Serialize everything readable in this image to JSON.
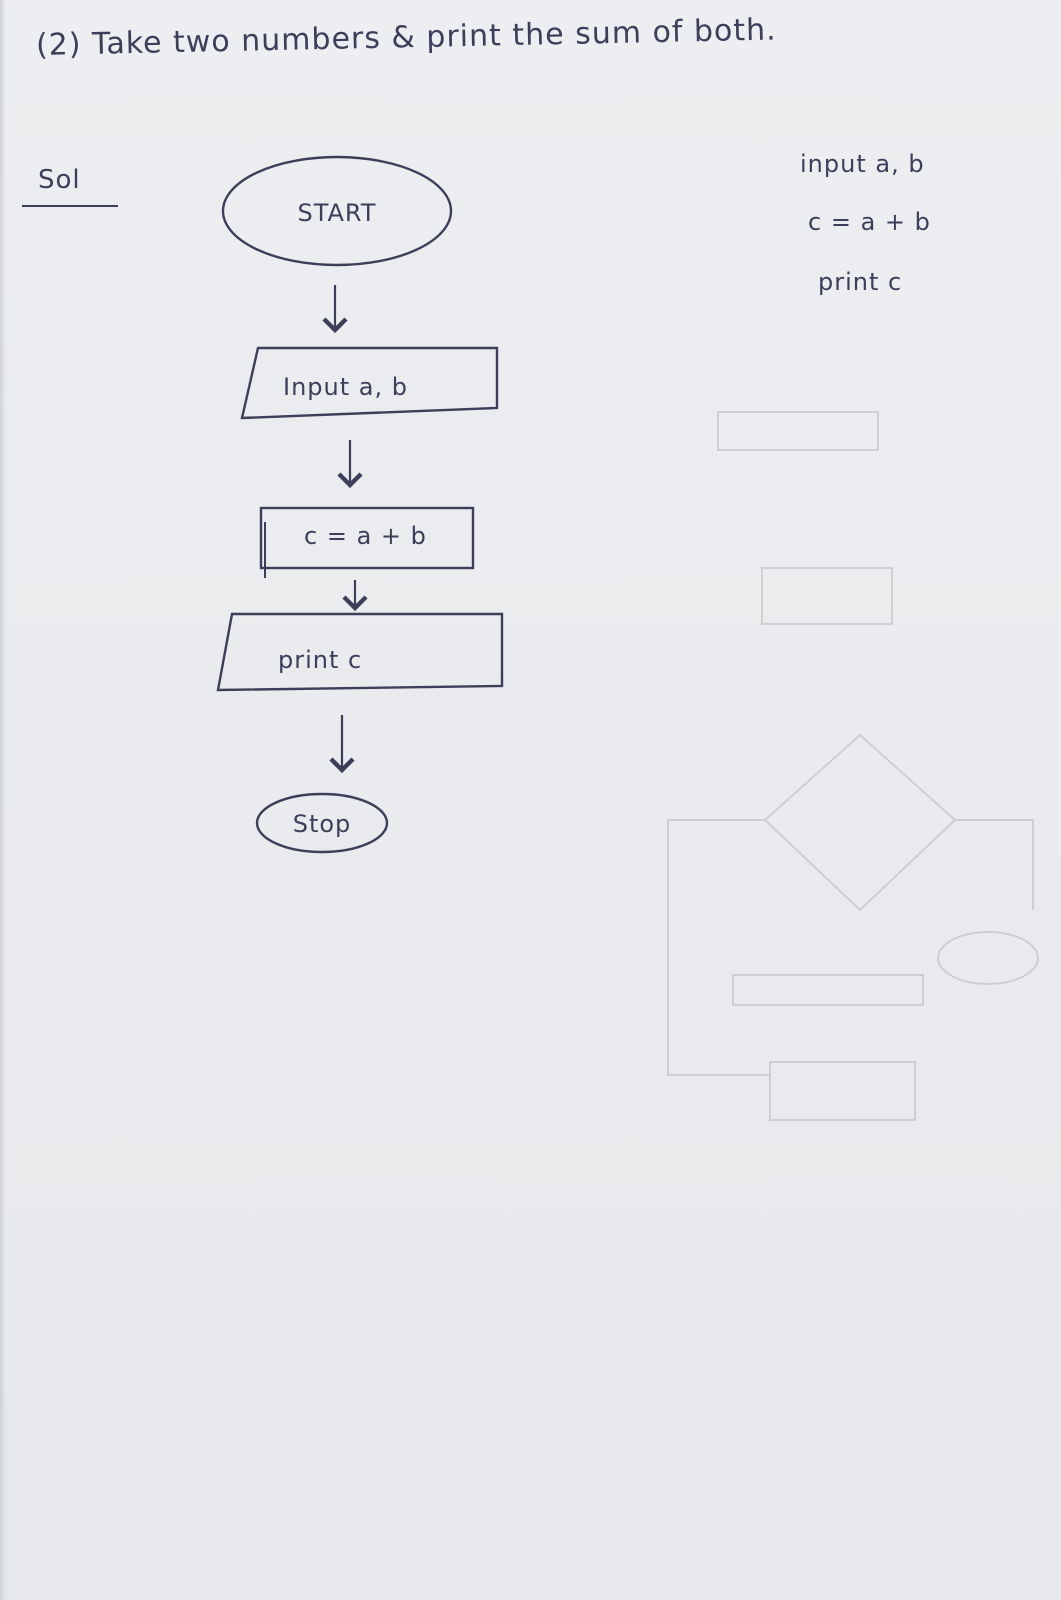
{
  "title": "(2) Take two numbers & print the sum of both.",
  "solution_label": "Sol",
  "flowchart": {
    "start": "START",
    "input": "Input a, b",
    "process": "c = a + b",
    "output": "print c",
    "stop": "Stop"
  },
  "algorithm": [
    "input a, b",
    "c = a + b",
    "print c"
  ],
  "colors": {
    "ink": "#3d3f5a",
    "paper": "#eaecef"
  }
}
